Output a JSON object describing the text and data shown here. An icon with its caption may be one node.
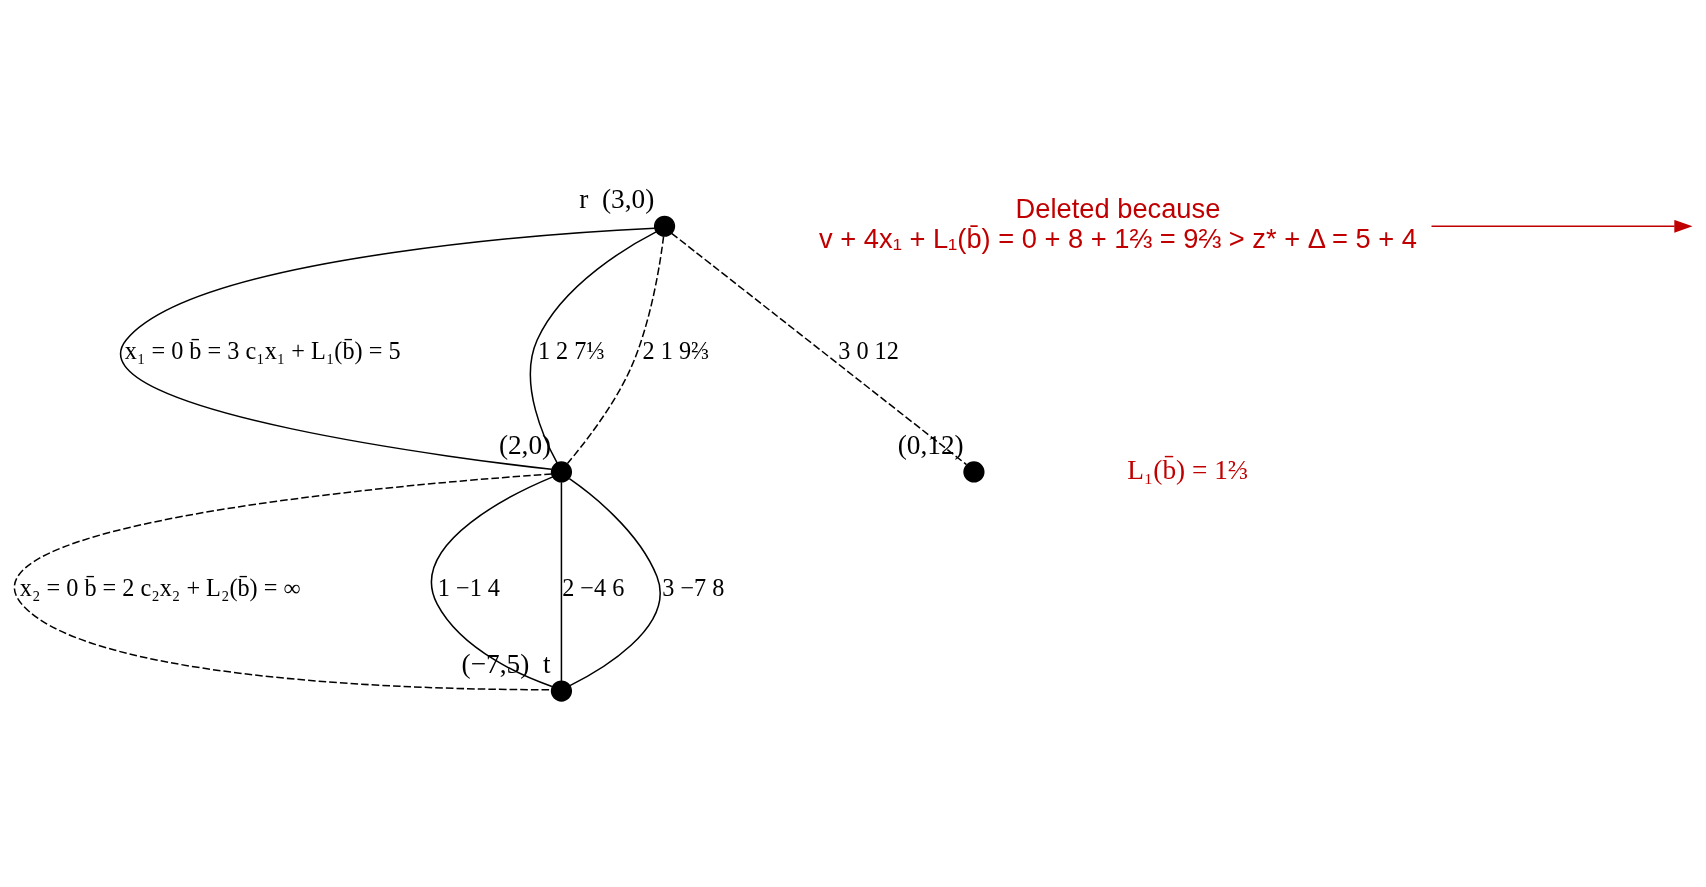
{
  "diagram": {
    "nodes": [
      {
        "text": [],
        "shape": "circle",
        "beside": [
          "r",
          "(3,0)"
        ]
      },
      {
        "text": [],
        "shape": "circle",
        "beside": [
          "(2,0)"
        ]
      },
      {
        "text": [],
        "shape": "circle",
        "beside": [
          "(0,12)"
        ]
      },
      {
        "text": [],
        "shape": "circle",
        "beside": [
          "(−7,5)",
          "t"
        ]
      },
      {
        "text": [
          "Deleted because",
          "v + 4x₁ + L₁(b̄) = 0 + 8 + 1⅔ = 9⅔ > z* + Δ = 5 + 4"
        ]
      }
    ],
    "edges": [
      {
        "from": 0,
        "to": 1,
        "arrow": "none",
        "label": "x₁ = 0 b̄ = 3 c₁x₁ + L₁(b̄) = 5"
      },
      {
        "from": 0,
        "to": 1,
        "arrow": "none",
        "label": "1 2 7⅓"
      },
      {
        "from": 0,
        "to": 1,
        "arrow": "none",
        "style": "dashed",
        "label": "2 1 9⅔"
      },
      {
        "from": 0,
        "to": 2,
        "arrow": "none",
        "style": "dashed",
        "label": "3 0 12"
      },
      {
        "from": 1,
        "to": 3,
        "arrow": "none",
        "style": "dashed",
        "label": "x₂ = 0 b̄ = 2 c₂x₂ + L₂(b̄) = ∞"
      },
      {
        "from": 1,
        "to": 3,
        "arrow": "none",
        "label": "1 −1 4"
      },
      {
        "from": 1,
        "to": 3,
        "arrow": "none",
        "label": "2 −4 6"
      },
      {
        "from": 1,
        "to": 3,
        "arrow": "none",
        "label": "3 −7 8"
      },
      {
        "from": 4,
        "to": null,
        "arrow": "to",
        "color": "#c00000"
      }
    ],
    "labels": [
      "L₁(b̄) = 1⅔"
    ]
  }
}
